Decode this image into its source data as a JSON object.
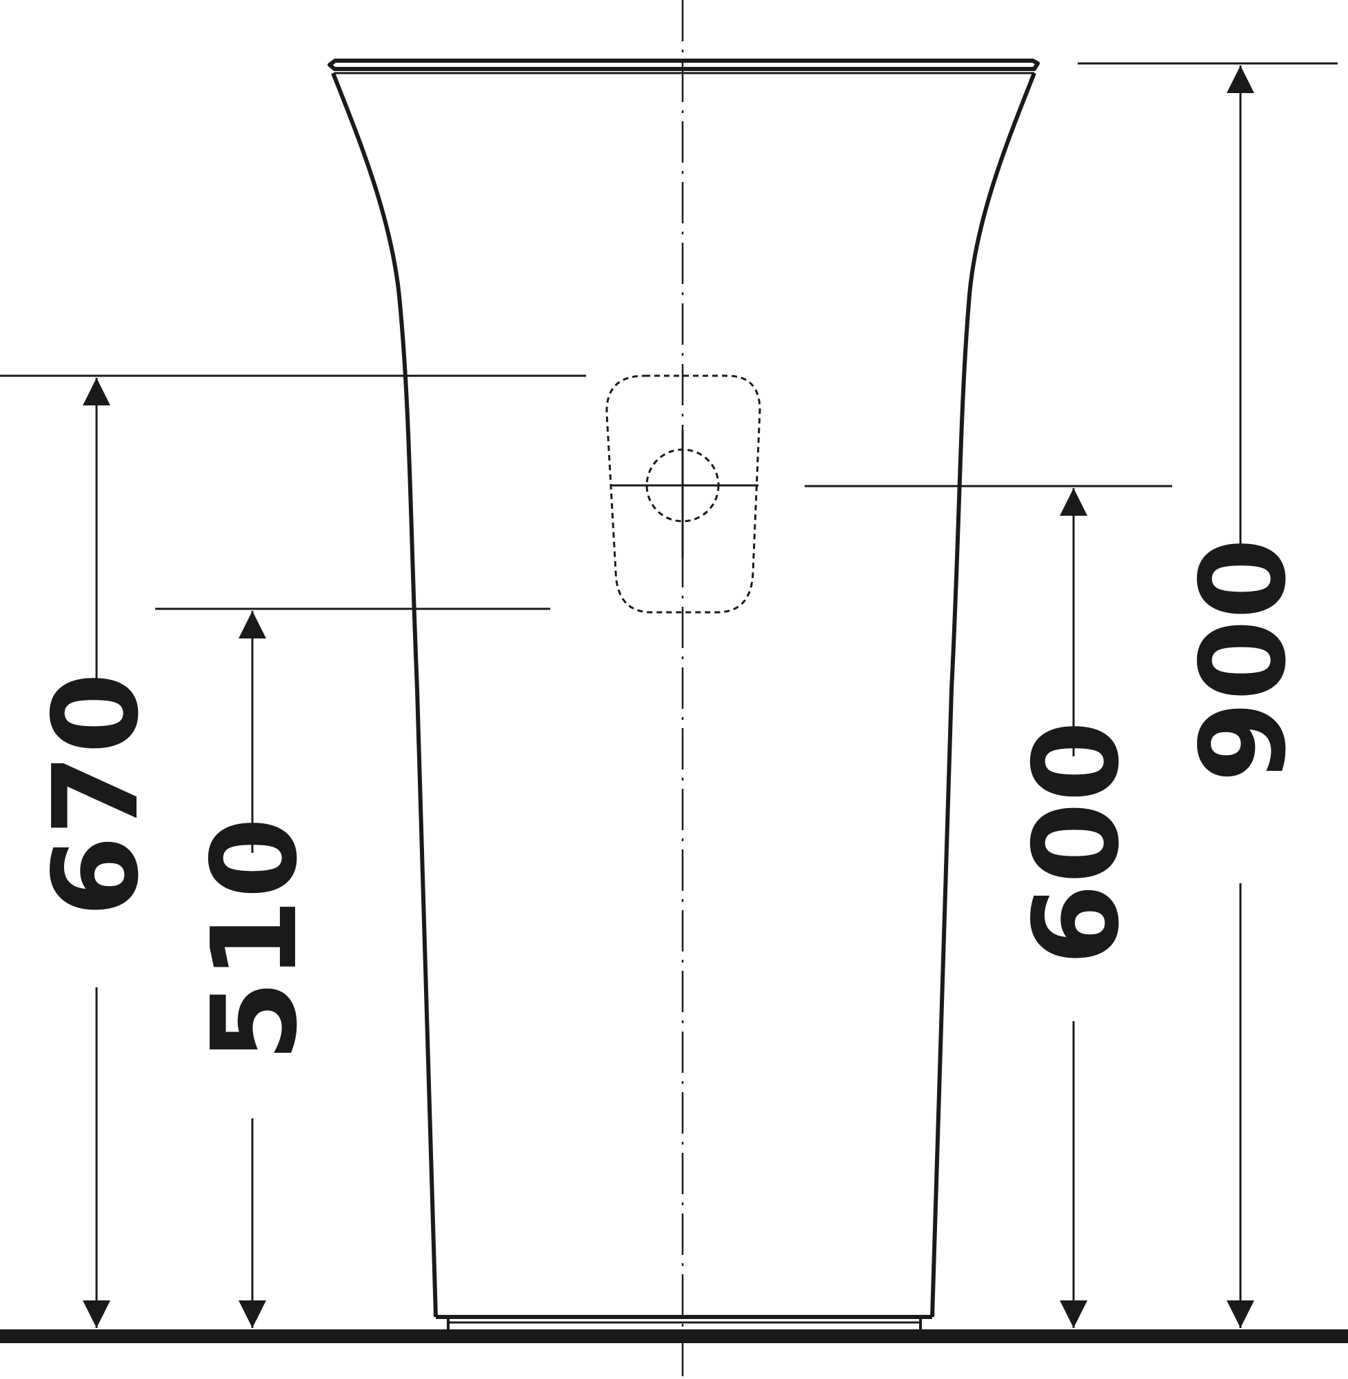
{
  "dimensions": {
    "d670": "670",
    "d510": "510",
    "d600": "600",
    "d900": "900"
  },
  "colors": {
    "ink": "#1a1a1a",
    "background": "#ffffff"
  }
}
